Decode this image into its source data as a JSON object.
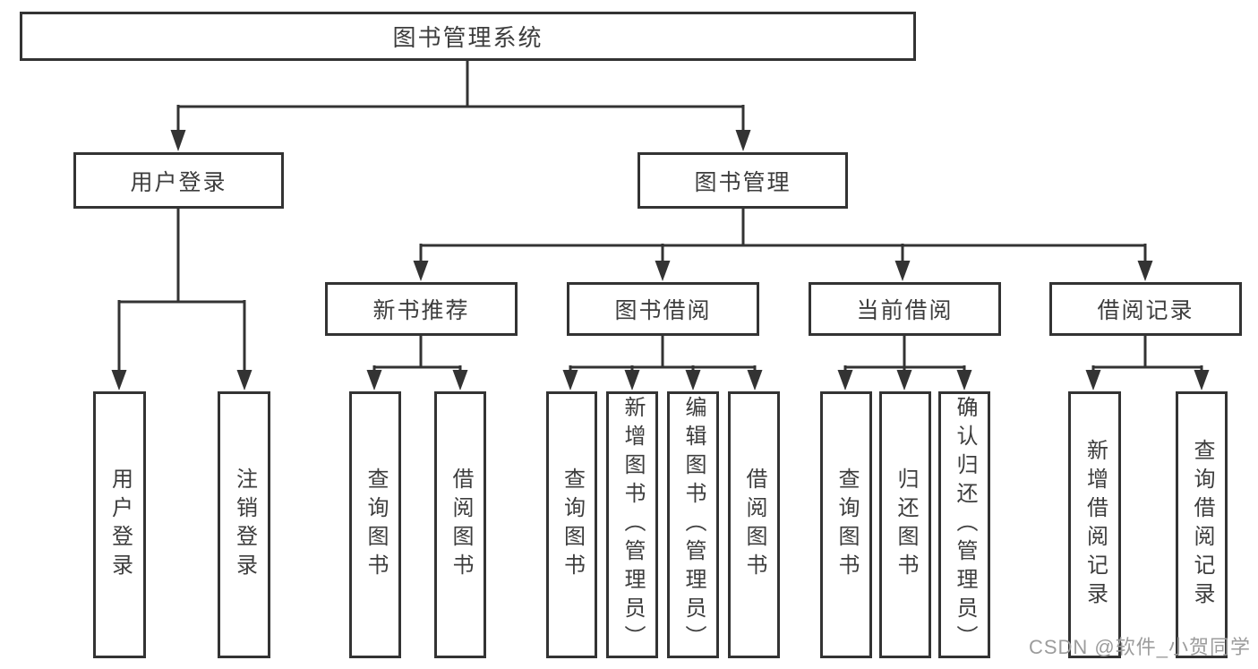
{
  "tree": {
    "root": "图书管理系统",
    "branches": [
      {
        "label": "用户登录",
        "children": [
          "用户登录",
          "注销登录"
        ]
      },
      {
        "label": "图书管理",
        "sections": [
          {
            "label": "新书推荐",
            "children": [
              "查询图书",
              "借阅图书"
            ]
          },
          {
            "label": "图书借阅",
            "children": [
              "查询图书",
              "新增图书（管理员）",
              "编辑图书（管理员）",
              "借阅图书"
            ]
          },
          {
            "label": "当前借阅",
            "children": [
              "查询图书",
              "归还图书",
              "确认归还（管理员）"
            ]
          },
          {
            "label": "借阅记录",
            "children": [
              "新增借阅记录",
              "查询借阅记录"
            ]
          }
        ]
      }
    ]
  },
  "watermark": "CSDN @软件_小贺同学",
  "colors": {
    "line": "#333333",
    "box_border": "#333333",
    "box_fill": "#ffffff",
    "text": "#3d3d3d",
    "watermark": "#9c9c9c",
    "background": "#ffffff"
  }
}
